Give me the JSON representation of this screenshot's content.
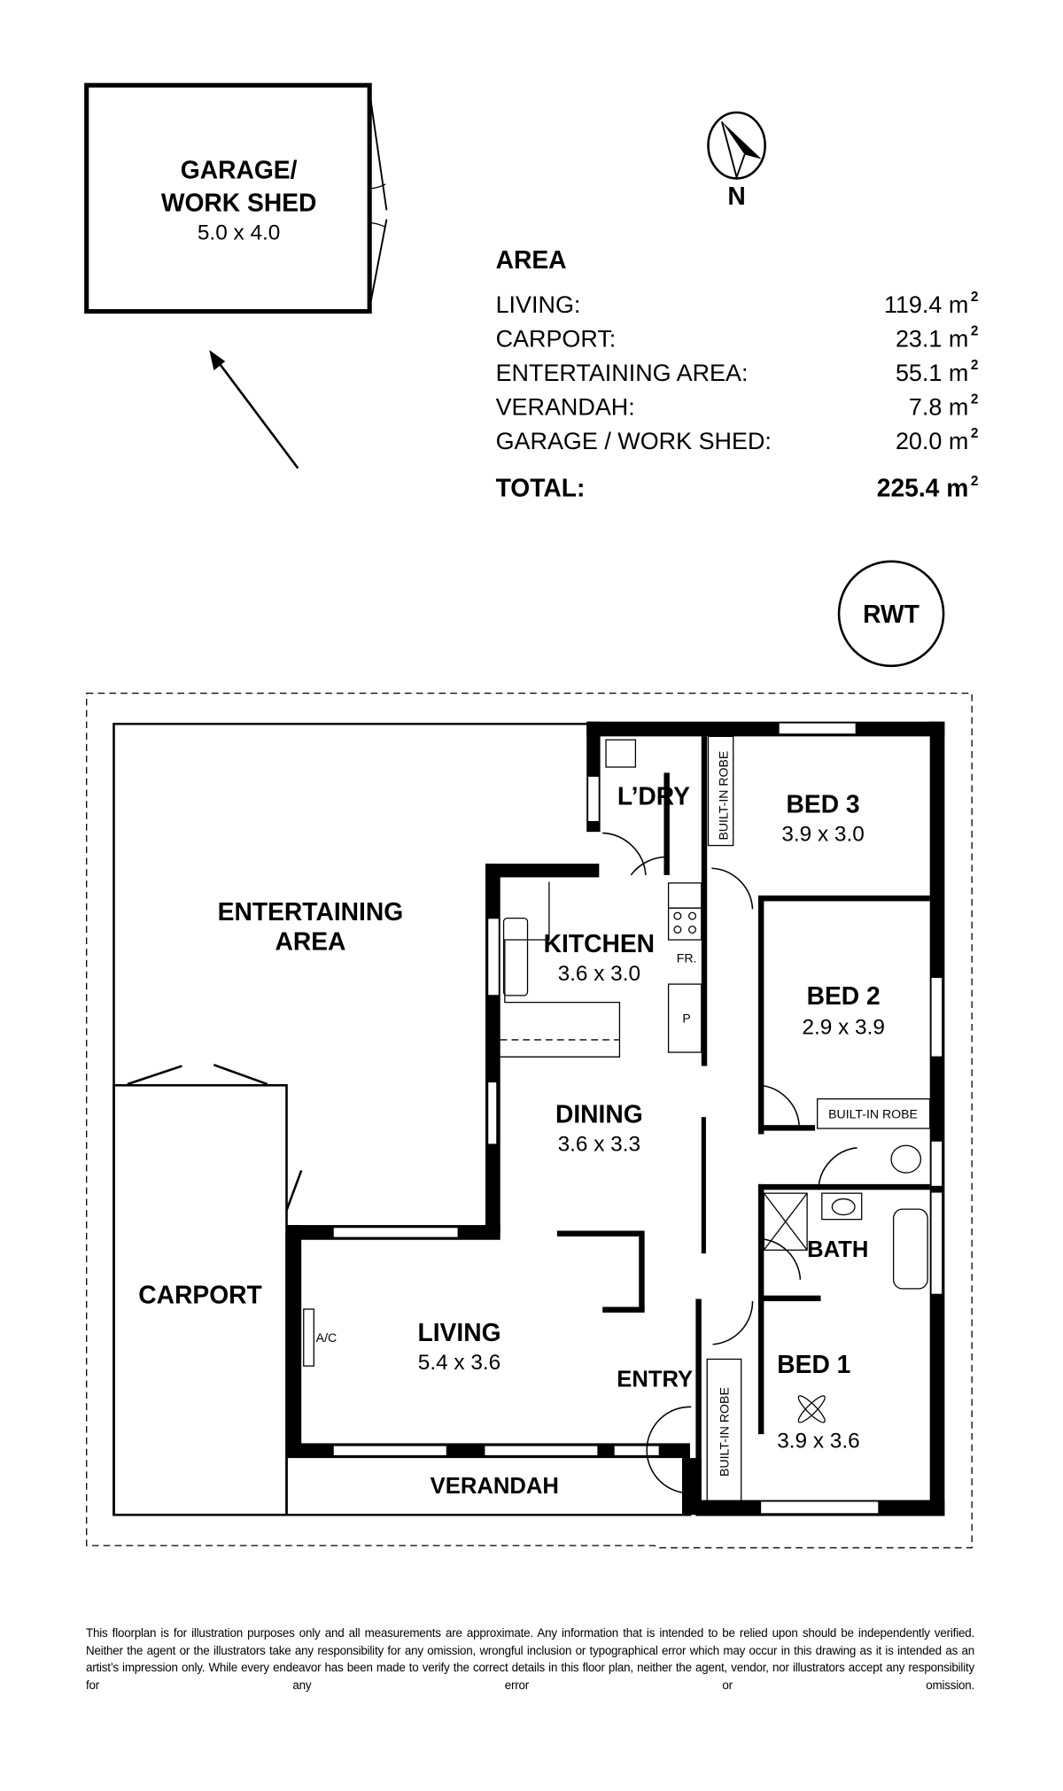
{
  "garage": {
    "label_line1": "GARAGE/",
    "label_line2": "WORK SHED",
    "dims": "5.0 x 4.0"
  },
  "compass": {
    "label": "N",
    "icon": "north-arrow-icon"
  },
  "area_table": {
    "heading": "AREA",
    "rows": [
      {
        "label": "LIVING:",
        "value": "119.4 m",
        "unit_sup": "2"
      },
      {
        "label": "CARPORT:",
        "value": "23.1 m",
        "unit_sup": "2"
      },
      {
        "label": "ENTERTAINING AREA:",
        "value": "55.1 m",
        "unit_sup": "2"
      },
      {
        "label": "VERANDAH:",
        "value": "7.8 m",
        "unit_sup": "2"
      },
      {
        "label": "GARAGE / WORK SHED:",
        "value": "20.0 m",
        "unit_sup": "2"
      }
    ],
    "total": {
      "label": "TOTAL:",
      "value": "225.4 m",
      "unit_sup": "2"
    }
  },
  "rwt": {
    "label": "RWT"
  },
  "rooms": {
    "entertaining": {
      "line1": "ENTERTAINING",
      "line2": "AREA"
    },
    "carport": {
      "label": "CARPORT"
    },
    "ldry": {
      "label": "L’DRY"
    },
    "kitchen": {
      "label": "KITCHEN",
      "dims": "3.6 x 3.0"
    },
    "dining": {
      "label": "DINING",
      "dims": "3.6 x 3.3"
    },
    "living": {
      "label": "LIVING",
      "dims": "5.4 x 3.6"
    },
    "entry": {
      "label": "ENTRY"
    },
    "verandah": {
      "label": "VERANDAH"
    },
    "bed3": {
      "label": "BED 3",
      "dims": "3.9 x 3.0"
    },
    "bed2": {
      "label": "BED 2",
      "dims": "2.9 x 3.9"
    },
    "bed1": {
      "label": "BED 1",
      "dims": "3.9 x 3.6"
    },
    "bath": {
      "label": "BATH"
    }
  },
  "fixtures": {
    "robe_bed3": "BUILT-IN ROBE",
    "robe_bed2": "BUILT-IN ROBE",
    "robe_bed1": "BUILT-IN ROBE",
    "fridge": "FR.",
    "pantry": "P",
    "ac": "A/C"
  },
  "disclaimer": "This floorplan is for illustration purposes only and all measurements are approximate. Any information that is intended to be relied upon should be independently verified. Neither the agent or the illustrators take any responsibility for any omission, wrongful inclusion or typographical error which may occur in this drawing as it is intended as an artist’s impression only. While every endeavor has been made to verify the correct details in this floor plan, neither the agent, vendor, nor illustrators accept any responsibility for any error or omission."
}
